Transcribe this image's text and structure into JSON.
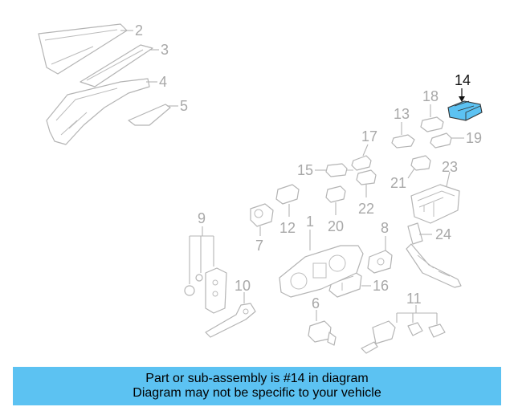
{
  "highlight_color": "#5cc2f2",
  "highlight_part": "14",
  "callouts": {
    "c1": "1",
    "c2": "2",
    "c3": "3",
    "c4": "4",
    "c5": "5",
    "c6": "6",
    "c7": "7",
    "c8": "8",
    "c9": "9",
    "c10": "10",
    "c11": "11",
    "c12": "12",
    "c13": "13",
    "c14": "14",
    "c15": "15",
    "c16": "16",
    "c17": "17",
    "c18": "18",
    "c19": "19",
    "c20": "20",
    "c21": "21",
    "c22": "22",
    "c23": "23",
    "c24": "24"
  },
  "banner": {
    "line1": "Part or sub-assembly is #14 in diagram",
    "line2": "Diagram may not be specific to your vehicle"
  }
}
